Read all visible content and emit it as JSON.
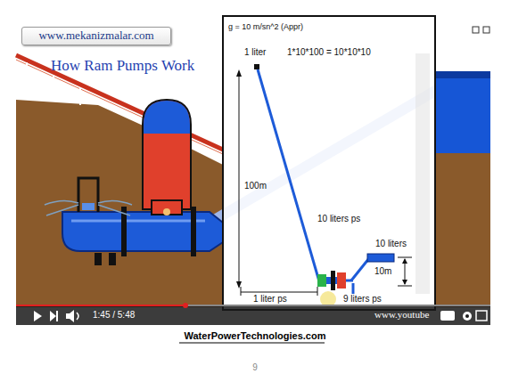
{
  "diagram": {
    "caption": "WaterPowerTechnologies.com",
    "nodes": [
      {
        "text": [
          "www.mekanizmalar.com"
        ]
      }
    ],
    "labels": [
      "How Ram Pumps Work",
      "g = 10 m/sn^2 (Appr)",
      "1 liter",
      "1*10*100 = 10*10*10",
      "100m",
      "10 liters ps",
      "10 liters",
      "10m",
      "1 liter ps",
      "9 liters ps",
      "1:45 / 5:48",
      "www.youtube",
      "9"
    ]
  }
}
